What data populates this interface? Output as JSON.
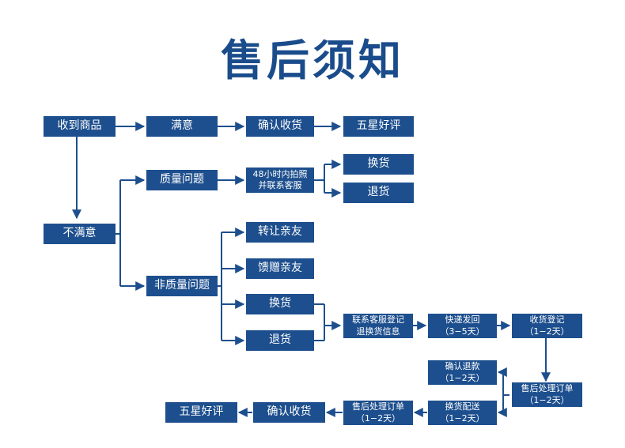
{
  "title": "售后须知",
  "colors": {
    "box": "#1d4f8e",
    "title": "#1a4c8b",
    "line": "#1d4f8e"
  },
  "nodes": {
    "receive": "收到商品",
    "satisfied": "满意",
    "confirm_receipt_top": "确认收货",
    "five_star_top": "五星好评",
    "not_satisfied": "不满意",
    "quality_issue": "质量问题",
    "photo_contact": [
      "48小时内拍照",
      "并联系客服"
    ],
    "exchange_top": "换货",
    "return_top": "退货",
    "transfer_friends": "转让亲友",
    "gift_friends": "馈赠亲友",
    "non_quality_issue": "非质量问题",
    "exchange_mid": "换货",
    "return_mid": "退货",
    "contact_register": [
      "联系客服登记",
      "退换货信息"
    ],
    "express_return": [
      "快递发回",
      "（3−5天）"
    ],
    "receipt_register": [
      "收货登记",
      "（1−2天）"
    ],
    "confirm_refund": [
      "确认退款",
      "（1−2天）"
    ],
    "process_order_right": [
      "售后处理订单",
      "（1−2天）"
    ],
    "exchange_delivery": [
      "换货配送",
      "（1−2天）"
    ],
    "process_order_left": [
      "售后处理订单",
      "（1−2天）"
    ],
    "confirm_receipt_bottom": "确认收货",
    "five_star_bottom": "五星好评"
  }
}
